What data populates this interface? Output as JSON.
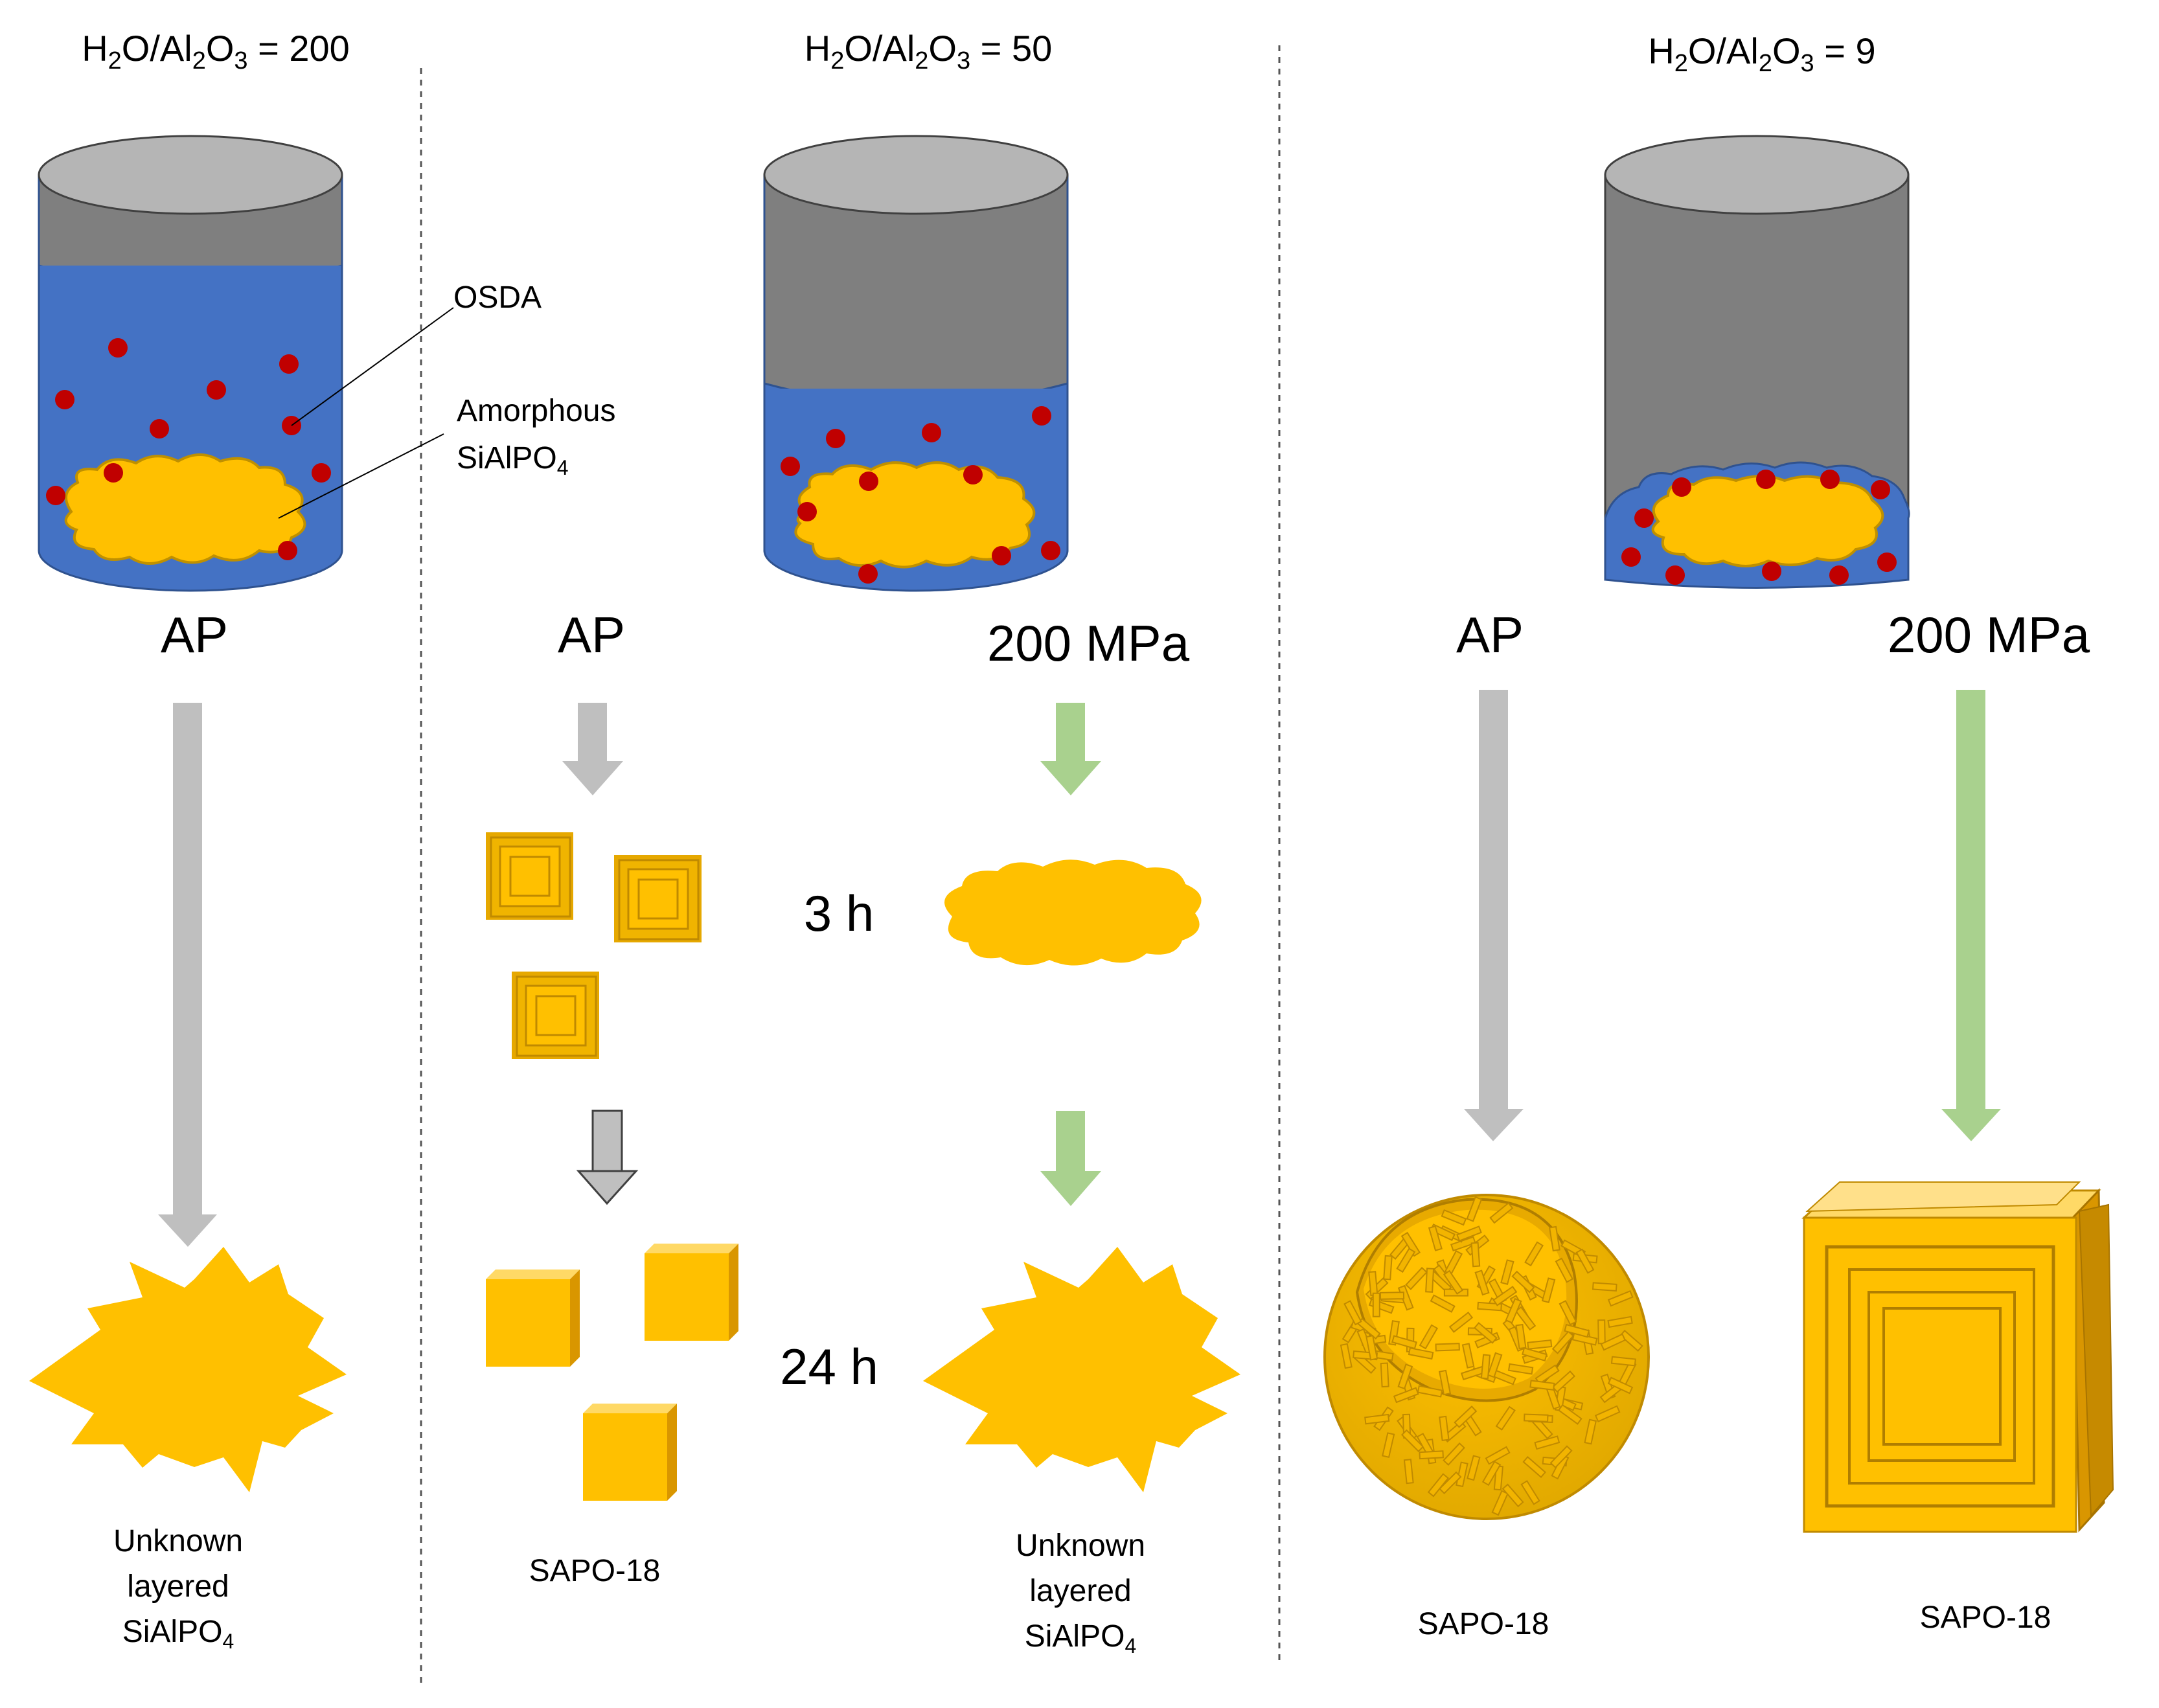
{
  "headers": {
    "left": {
      "prefix": "H",
      "s1": "2",
      "mid": "O/Al",
      "s2": "2",
      "o": "O",
      "s3": "3",
      "suffix": " = 200"
    },
    "middle": {
      "prefix": "H",
      "s1": "2",
      "mid": "O/Al",
      "s2": "2",
      "o": "O",
      "s3": "3",
      "suffix": " = 50"
    },
    "right": {
      "prefix": "H",
      "s1": "2",
      "mid": "O/Al",
      "s2": "2",
      "o": "O",
      "s3": "3",
      "suffix": " = 9"
    }
  },
  "callouts": {
    "osda": "OSDA",
    "amorphous_line1": "Amorphous",
    "amorphous_line2": "SiAlPO",
    "amorphous_sub": "4"
  },
  "conditions": {
    "ap_left": "AP",
    "ap_middle": "AP",
    "mpa_middle": "200 MPa",
    "ap_right": "AP",
    "mpa_right": "200 MPa"
  },
  "times": {
    "t1": "3 h",
    "t2": "24 h"
  },
  "products": {
    "left": {
      "line1": "Unknown",
      "line2": "layered",
      "line3": "SiAlPO",
      "sub": "4"
    },
    "mid_ap": "SAPO-18",
    "mid_mpa": {
      "line1": "Unknown",
      "line2": "layered",
      "line3": "SiAlPO",
      "sub": "4"
    },
    "right_ap": "SAPO-18",
    "right_mpa": "SAPO-18"
  },
  "colors": {
    "cylinder_gray": "#7f7f7f",
    "cylinder_top": "#b5b5b5",
    "liquid_blue": "#4472c4",
    "solid_yellow": "#ffc000",
    "osda_red": "#c00000",
    "arrow_gray": "#bfbfbf",
    "arrow_green": "#a9d18e"
  }
}
